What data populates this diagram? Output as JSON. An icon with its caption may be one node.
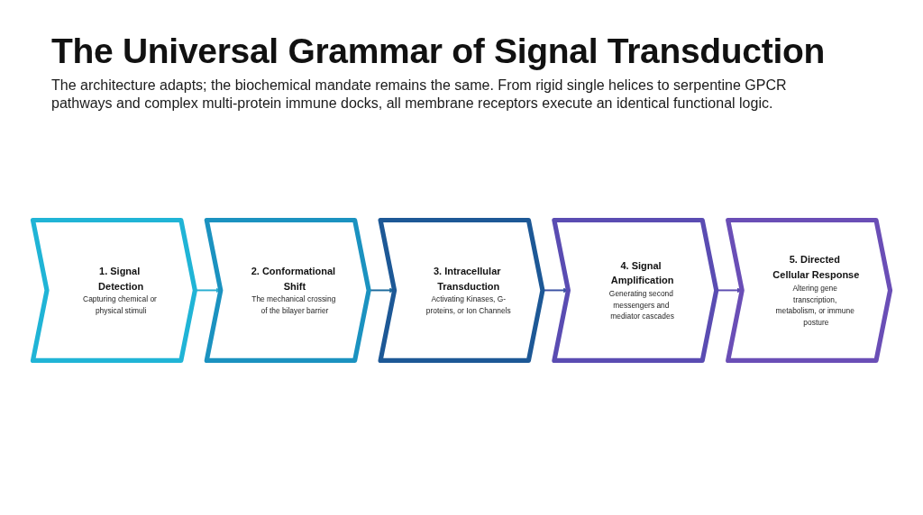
{
  "diagram": {
    "title": "The Universal Grammar of Signal Transduction",
    "nodes": [
      {
        "text": [
          "1. Signal Detection",
          "Capturing chemical or physical stimuli"
        ]
      },
      {
        "text": [
          "2. Conformational Shift",
          "The mechanical crossing of the bilayer barrier"
        ]
      },
      {
        "text": [
          "3. Intracellular Transduction",
          "Activating Kinases, G-proteins, or Ion Channels"
        ]
      },
      {
        "text": [
          "4. Signal Amplification",
          "Generating second messengers and mediator cascades"
        ]
      },
      {
        "text": [
          "5. Directed Cellular Response",
          "Altering gene transcription, metabolism, or immune posture"
        ]
      }
    ],
    "edges": [
      {
        "from": 0,
        "to": 1,
        "arrow": "to",
        "color": "#29aed1"
      },
      {
        "from": 1,
        "to": 2,
        "arrow": "to",
        "color": "#1d6a9c"
      },
      {
        "from": 2,
        "to": 3,
        "arrow": "to",
        "color": "#3b52a3"
      },
      {
        "from": 3,
        "to": 4,
        "arrow": "to",
        "color": "#5d4cb0"
      }
    ],
    "labels": [
      "The architecture adapts; the biochemical mandate remains the same. From rigid single helices to serpentine GPCR pathways and complex multi-protein immune docks, all membrane receptors execute an identical functional logic."
    ]
  }
}
